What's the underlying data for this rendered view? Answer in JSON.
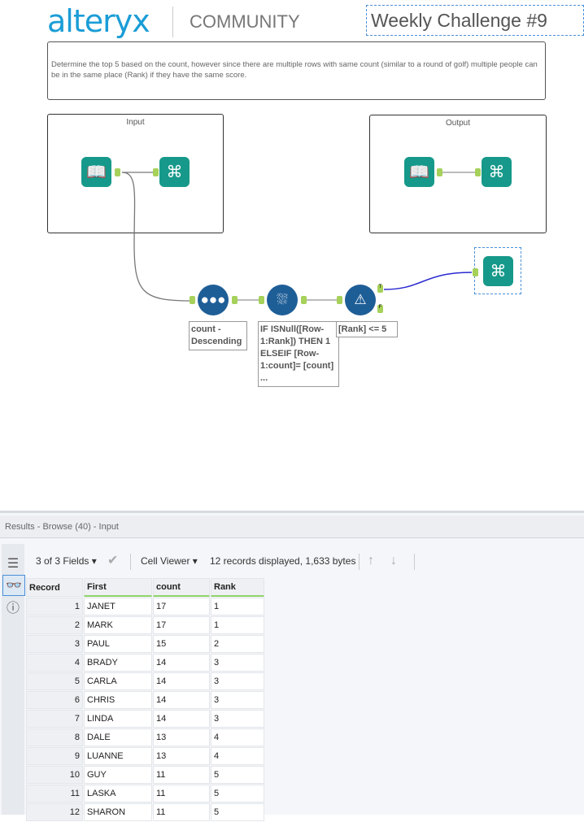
{
  "header": {
    "logo": "alteryx",
    "community": "COMMUNITY",
    "title": "Weekly Challenge #9"
  },
  "description": "Determine the top 5 based on the count, however since there are multiple rows with same count (similar to a round of golf) multiple people can be in the same place (Rank) if they have the same score.",
  "containers": {
    "input": "Input",
    "output": "Output"
  },
  "annotations": {
    "sort": "count - Descending",
    "formula": "IF ISNull([Row-1:Rank]) THEN 1 ELSEIF [Row-1:count]= [count] ...",
    "filter": "[Rank] <= 5",
    "true_anchor": "T",
    "false_anchor": "F"
  },
  "results": {
    "title": "Results - Browse (40) - Input",
    "fields": "3 of 3 Fields",
    "viewer": "Cell Viewer",
    "status": "12 records displayed, 1,633 bytes",
    "columns": [
      "Record",
      "First",
      "count",
      "Rank"
    ],
    "rows": [
      [
        "1",
        "JANET",
        "17",
        "1"
      ],
      [
        "2",
        "MARK",
        "17",
        "1"
      ],
      [
        "3",
        "PAUL",
        "15",
        "2"
      ],
      [
        "4",
        "BRADY",
        "14",
        "3"
      ],
      [
        "5",
        "CARLA",
        "14",
        "3"
      ],
      [
        "6",
        "CHRIS",
        "14",
        "3"
      ],
      [
        "7",
        "LINDA",
        "14",
        "3"
      ],
      [
        "8",
        "DALE",
        "13",
        "4"
      ],
      [
        "9",
        "LUANNE",
        "13",
        "4"
      ],
      [
        "10",
        "GUY",
        "11",
        "5"
      ],
      [
        "11",
        "LASKA",
        "11",
        "5"
      ],
      [
        "12",
        "SHARON",
        "11",
        "5"
      ]
    ]
  },
  "colors": {
    "teal": "#16998a",
    "blue": "#1e5e97",
    "anchor": "#a6d15a",
    "brand": "#1a9dd6"
  }
}
